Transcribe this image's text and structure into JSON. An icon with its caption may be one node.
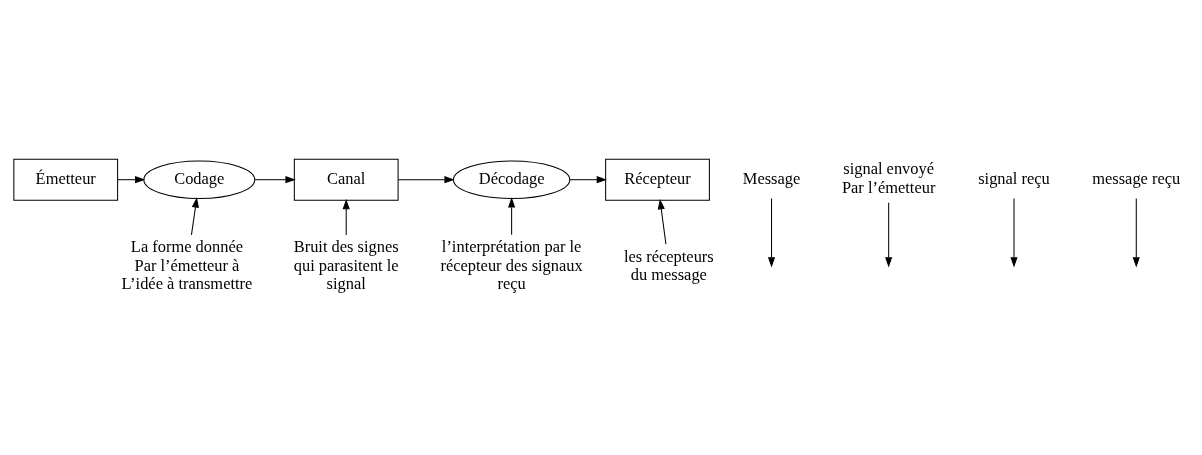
{
  "diagram": {
    "nodes": [
      {
        "text": [
          "Émetteur"
        ]
      },
      {
        "text": [
          "Codage"
        ]
      },
      {
        "text": [
          "Canal"
        ]
      },
      {
        "text": [
          "Décodage"
        ]
      },
      {
        "text": [
          "Récepteur"
        ]
      },
      {
        "text": [
          "Message"
        ]
      },
      {
        "text": [
          "signal envoyé Par l’émetteur"
        ]
      },
      {
        "text": [
          "signal reçu"
        ]
      },
      {
        "text": [
          "message reçu"
        ]
      },
      {
        "text": [
          "La forme donnée Par l’émetteur à L’idée à transmettre"
        ]
      },
      {
        "text": [
          "Bruit des signes qui parasitent le signal"
        ]
      },
      {
        "text": [
          "l’interprétation par le récepteur des signaux reçu"
        ]
      },
      {
        "text": [
          "les récepteurs du message"
        ]
      }
    ],
    "edges": [
      {
        "from": 0,
        "to": 1,
        "arrow": "to"
      },
      {
        "from": 1,
        "to": 2,
        "arrow": "to"
      },
      {
        "from": 2,
        "to": 3,
        "arrow": "to"
      },
      {
        "from": 3,
        "to": 4,
        "arrow": "to"
      },
      {
        "from": 5,
        "to": null,
        "arrow": "to"
      },
      {
        "from": 6,
        "to": null,
        "arrow": "to"
      },
      {
        "from": 7,
        "to": null,
        "arrow": "to"
      },
      {
        "from": 8,
        "to": null,
        "arrow": "to"
      },
      {
        "from": 9,
        "to": 1,
        "arrow": "to"
      },
      {
        "from": 10,
        "to": 2,
        "arrow": "to"
      },
      {
        "from": 11,
        "to": 3,
        "arrow": "to"
      },
      {
        "from": 12,
        "to": 4,
        "arrow": "to"
      }
    ]
  }
}
